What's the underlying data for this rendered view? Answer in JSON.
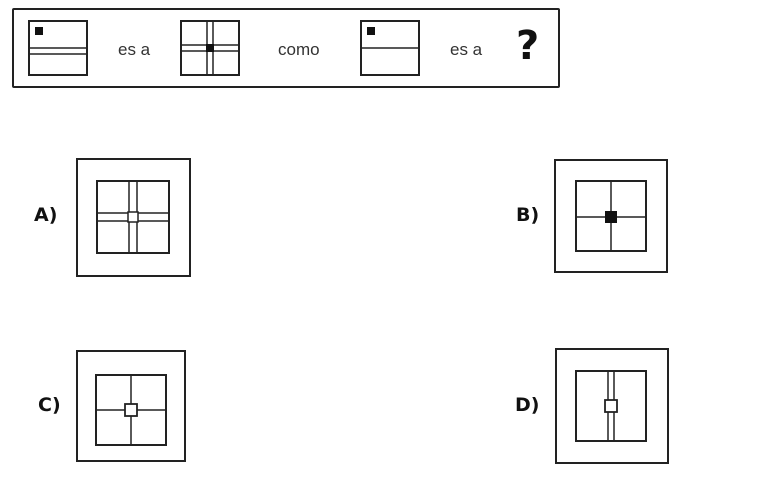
{
  "analogy": {
    "connector_1": "es a",
    "connector_2": "como",
    "connector_3": "es a",
    "question_mark": "?",
    "figures": [
      {
        "name": "figure-1",
        "grid": "horizontal-line",
        "dot": "top-left-filled"
      },
      {
        "name": "figure-2",
        "grid": "double-cross",
        "dot": "center-filled"
      },
      {
        "name": "figure-3",
        "grid": "horizontal-line",
        "dot": "top-left-filled"
      }
    ]
  },
  "options": [
    {
      "label": "A)",
      "grid": "double-cross",
      "dot": "center-hollow"
    },
    {
      "label": "B)",
      "grid": "single-cross",
      "dot": "center-filled"
    },
    {
      "label": "C)",
      "grid": "single-cross",
      "dot": "center-hollow"
    },
    {
      "label": "D)",
      "grid": "vertical-line",
      "dot": "center-hollow"
    }
  ],
  "colors": {
    "stroke": "#222222",
    "fill": "#111111"
  }
}
